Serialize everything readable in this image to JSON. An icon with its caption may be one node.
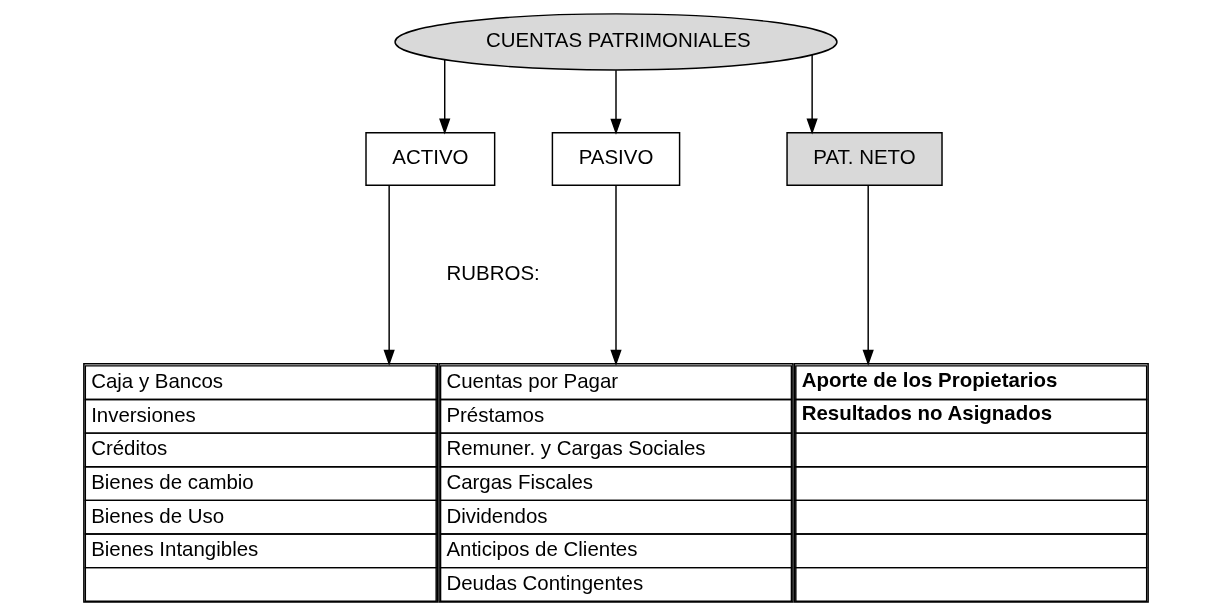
{
  "diagram": {
    "nodes": [
      {
        "text": [
          "CUENTAS PATRIMONIALES"
        ]
      },
      {
        "text": [
          "ACTIVO"
        ]
      },
      {
        "text": [
          "PASIVO"
        ]
      },
      {
        "text": [
          "PAT. NETO"
        ]
      },
      {
        "text": [
          "Caja y Bancos",
          "Inversiones",
          "Créditos",
          "Bienes de cambio",
          "Bienes de Uso",
          "Bienes Intangibles"
        ]
      },
      {
        "text": [
          "Cuentas por Pagar",
          "Préstamos",
          "Remuner. y Cargas Sociales",
          "Cargas Fiscales",
          "Dividendos",
          "Anticipos de Clientes",
          "Deudas Contingentes"
        ]
      },
      {
        "text": [
          "Aporte de los Propietarios",
          "Resultados no Asignados"
        ]
      }
    ],
    "edges": [
      {
        "from": 0,
        "to": 1,
        "arrow": "to"
      },
      {
        "from": 0,
        "to": 2,
        "arrow": "to"
      },
      {
        "from": 0,
        "to": 3,
        "arrow": "to"
      },
      {
        "from": 1,
        "to": 4,
        "arrow": "to"
      },
      {
        "from": 2,
        "to": 5,
        "arrow": "to"
      },
      {
        "from": 3,
        "to": 6,
        "arrow": "to"
      }
    ],
    "labels": [
      "RUBROS:"
    ]
  }
}
